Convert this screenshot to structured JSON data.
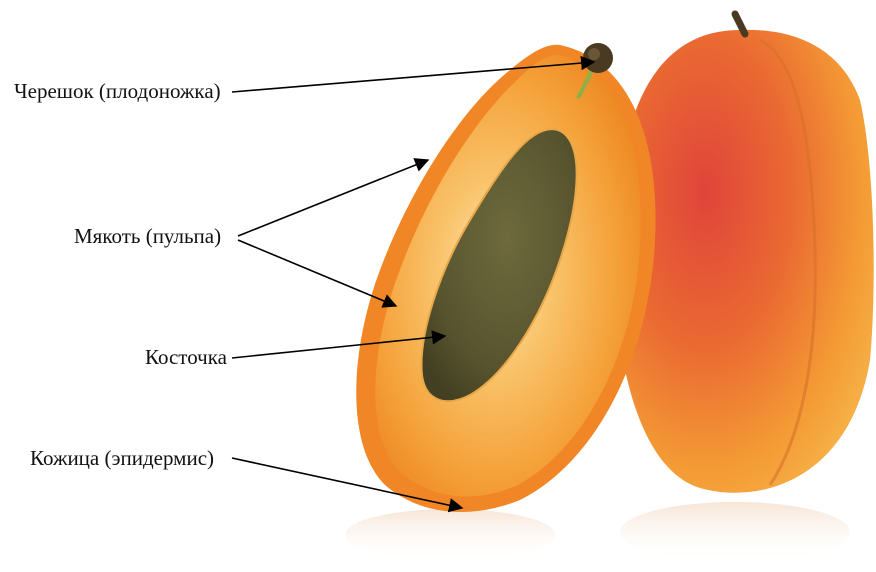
{
  "labels": {
    "stem": "Черешок (плодоножка)",
    "pulp": "Мякоть (пульпа)",
    "pit": "Косточка",
    "skin": "Кожица (эпидермис)"
  },
  "colors": {
    "arrow": "#000000",
    "text": "#111111",
    "flesh": "#f6a23a",
    "skin_red": "#d83a2a",
    "skin_orange": "#f28a2a",
    "pit": "#5b5a33",
    "stem": "#4a3a22"
  }
}
